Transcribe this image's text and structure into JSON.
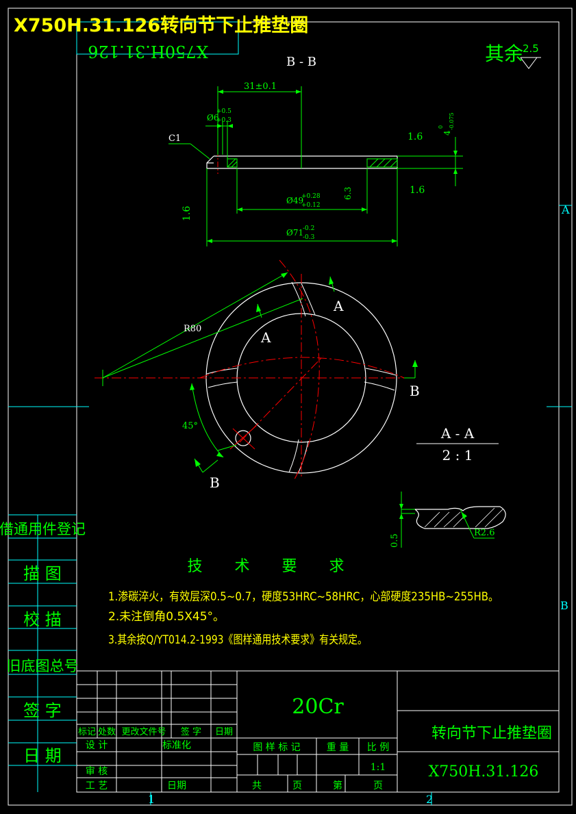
{
  "header": {
    "title": "X750H.31.126转向节下止推垫圈",
    "mirror_code": "X750H.31.126"
  },
  "roughness": {
    "label": "其余",
    "value": "2.5"
  },
  "section_bb": {
    "title": "B - B",
    "dims": {
      "width_31": "31±0.1",
      "d6_base": "Ø6",
      "d6_tol_up": "+0.5",
      "d6_tol_dn": "+0.3",
      "chamfer": "C1",
      "thick_4": "4",
      "thick_4_tol": "0",
      "thick_4_tol2": "-0.075",
      "r_1_6_top": "1.6",
      "r_1_6_bot": "1.6",
      "r_1_6_left": "1.6",
      "r_6_3": "6.3",
      "d49_base": "Ø49",
      "d49_tol_up": "+0.28",
      "d49_tol_dn": "+0.12",
      "d71_base": "Ø71",
      "d71_tol_up": "-0.2",
      "d71_tol_dn": "-0.3"
    }
  },
  "plan_view": {
    "r80": "R80",
    "angle": "45°",
    "label_a1": "A",
    "label_a2": "A",
    "label_b1": "B",
    "label_b2": "B"
  },
  "section_aa": {
    "title": "A - A",
    "scale": "2 : 1",
    "dim_05": "0.5",
    "r26": "R2.6"
  },
  "tech": {
    "title": "技 术 要 求",
    "items": [
      "1.渗碳淬火，有效层深0.5~0.7，硬度53HRC~58HRC，心部硬度235HB~255HB。",
      "2.未注倒角0.5X45°。",
      "3.其余按Q/YT014.2-1993《图样通用技术要求》有关规定。"
    ]
  },
  "side_labels": [
    "借通用件登记",
    "描 图",
    "校 描",
    "旧底图总号",
    "签 字",
    "日 期"
  ],
  "zones": {
    "a": "A",
    "b": "B",
    "n1": "1",
    "n2": "2"
  },
  "title_block": {
    "material": "20Cr",
    "part_name": "转向节下止推垫圈",
    "drawing_no": "X750H.31.126",
    "rev_headers": [
      "标记",
      "处数",
      "更改文件号",
      "签 字",
      "日期"
    ],
    "design": "设 计",
    "standard": "标准化",
    "review": "审 核",
    "process": "工 艺",
    "date": "日期",
    "mark_label": "图 样 标 记",
    "weight_label": "重 量",
    "scale_label": "比 例",
    "scale_value": "1:1",
    "total": "共",
    "page": "页",
    "sheet_no": "第",
    "page2": "页"
  },
  "colors": {
    "frame": "#ffffff",
    "text": "#00ff00",
    "dim": "#00ff00",
    "centerline": "#ff0000",
    "title": "#ffff00",
    "tech": "#ffff00",
    "border_lines": "#00ffff"
  }
}
